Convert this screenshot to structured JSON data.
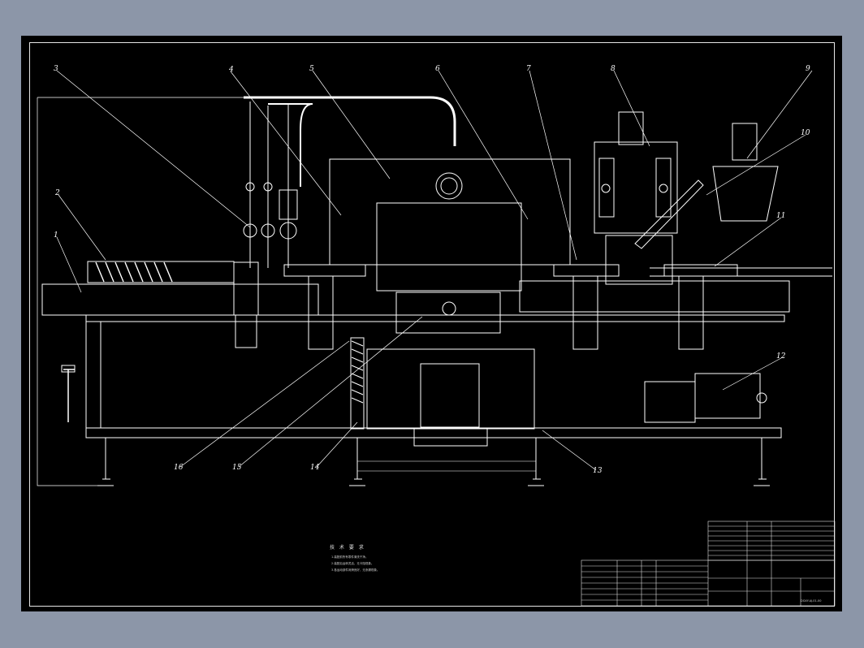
{
  "drawing": {
    "callouts": [
      "1",
      "2",
      "3",
      "4",
      "5",
      "6",
      "7",
      "8",
      "9",
      "10",
      "11",
      "12",
      "13",
      "14",
      "15",
      "16"
    ],
    "notes_title": "技 术 要 求",
    "notes_lines": [
      "1.装配前所有零件清洗干净。",
      "2.装配后运转灵活，无卡阻现象。",
      "3.各运动部件润滑良好，无渗漏现象。"
    ],
    "title_block_code": "DGXY-AJ-01-00"
  },
  "colors": {
    "background": "#8c96a8",
    "sheet": "#000000",
    "line": "#ffffff"
  }
}
